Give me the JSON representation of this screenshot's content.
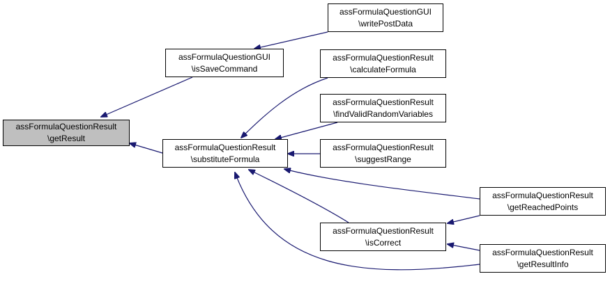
{
  "colors": {
    "edge": "#191970",
    "current_fill": "#bfbfbf",
    "node_fill": "#ffffff",
    "border": "#000000"
  },
  "nodes": {
    "getResult": {
      "line1": "assFormulaQuestionResult",
      "line2": "\\getResult"
    },
    "isSaveCommand": {
      "line1": "assFormulaQuestionGUI",
      "line2": "\\isSaveCommand"
    },
    "writePostData": {
      "line1": "assFormulaQuestionGUI",
      "line2": "\\writePostData"
    },
    "substituteFormula": {
      "line1": "assFormulaQuestionResult",
      "line2": "\\substituteFormula"
    },
    "calculateFormula": {
      "line1": "assFormulaQuestionResult",
      "line2": "\\calculateFormula"
    },
    "findValidRandomVariables": {
      "line1": "assFormulaQuestionResult",
      "line2": "\\findValidRandomVariables"
    },
    "suggestRange": {
      "line1": "assFormulaQuestionResult",
      "line2": "\\suggestRange"
    },
    "isCorrect": {
      "line1": "assFormulaQuestionResult",
      "line2": "\\isCorrect"
    },
    "getReachedPoints": {
      "line1": "assFormulaQuestionResult",
      "line2": "\\getReachedPoints"
    },
    "getResultInfo": {
      "line1": "assFormulaQuestionResult",
      "line2": "\\getResultInfo"
    }
  }
}
